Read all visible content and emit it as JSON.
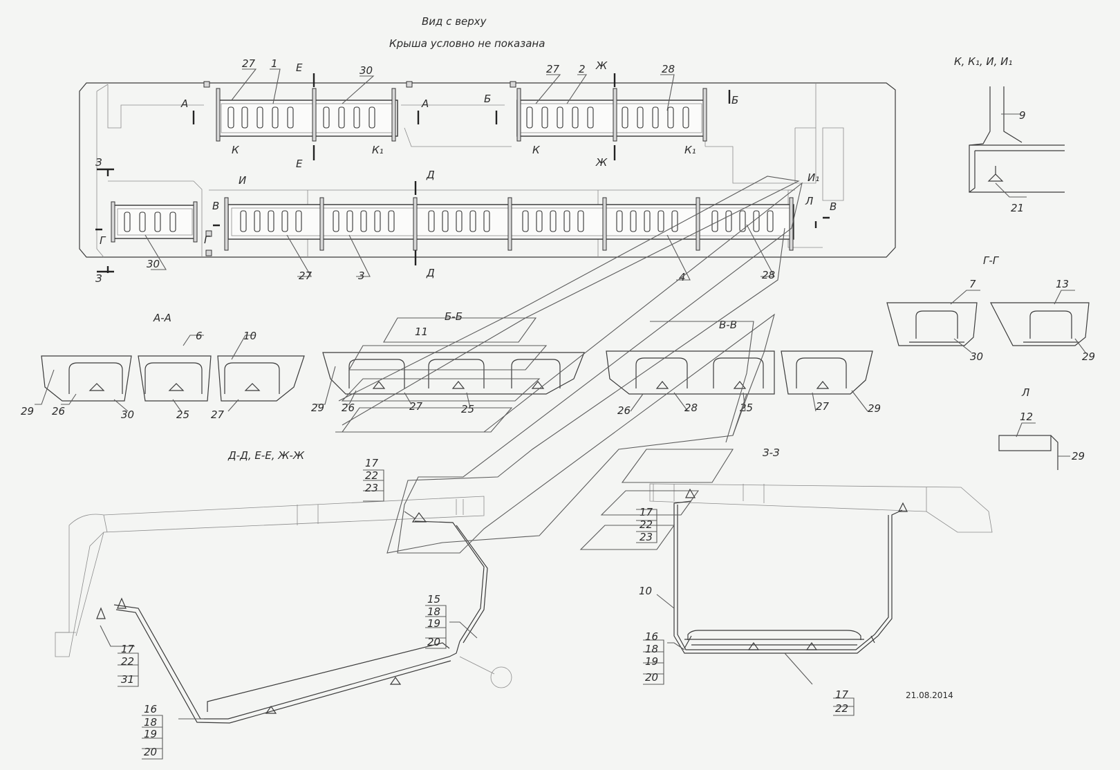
{
  "title": {
    "line1": "Вид с верху",
    "line2": "Крыша условно не показана"
  },
  "date_stamp": "21.08.2014",
  "section_titles": {
    "aa": "А-А",
    "bb": "Б-Б",
    "vv": "В-В",
    "gg": "Г-Г",
    "dd": "Д-Д, Е-Е, Ж-Ж",
    "zz": "З-З",
    "k_detail": "К, К₁, И, И₁",
    "l_detail": "Л"
  },
  "section_marks": {
    "a": "А",
    "b": "Б",
    "v": "В",
    "g": "Г",
    "d": "Д",
    "e": "Е",
    "zh": "Ж",
    "z": "З",
    "i": "И",
    "i1": "И₁",
    "k": "К",
    "k1": "К₁",
    "l": "Л"
  },
  "callouts": {
    "top_view": [
      "27",
      "1",
      "30",
      "27",
      "2",
      "28",
      "30",
      "27",
      "3",
      "4",
      "28"
    ],
    "k_detail": [
      "9",
      "21"
    ],
    "aa": [
      "6",
      "10",
      "29",
      "26",
      "30",
      "25",
      "27"
    ],
    "bb": [
      "11",
      "29",
      "26",
      "27",
      "25"
    ],
    "vv": [
      "26",
      "28",
      "25",
      "27",
      "29"
    ],
    "gg": [
      "7",
      "13",
      "30",
      "29"
    ],
    "l": [
      "12",
      "29"
    ],
    "dd_top": [
      "17",
      "22",
      "23"
    ],
    "dd_right": [
      "15",
      "18",
      "19",
      "20"
    ],
    "dd_left": [
      "17",
      "22",
      "31"
    ],
    "dd_bottom": [
      "16",
      "18",
      "19",
      "20"
    ],
    "zz_top": [
      "17",
      "22",
      "23"
    ],
    "zz_left": [
      "10"
    ],
    "zz_mid": [
      "16",
      "18",
      "19",
      "20"
    ],
    "zz_bottom": [
      "17",
      "22"
    ]
  }
}
